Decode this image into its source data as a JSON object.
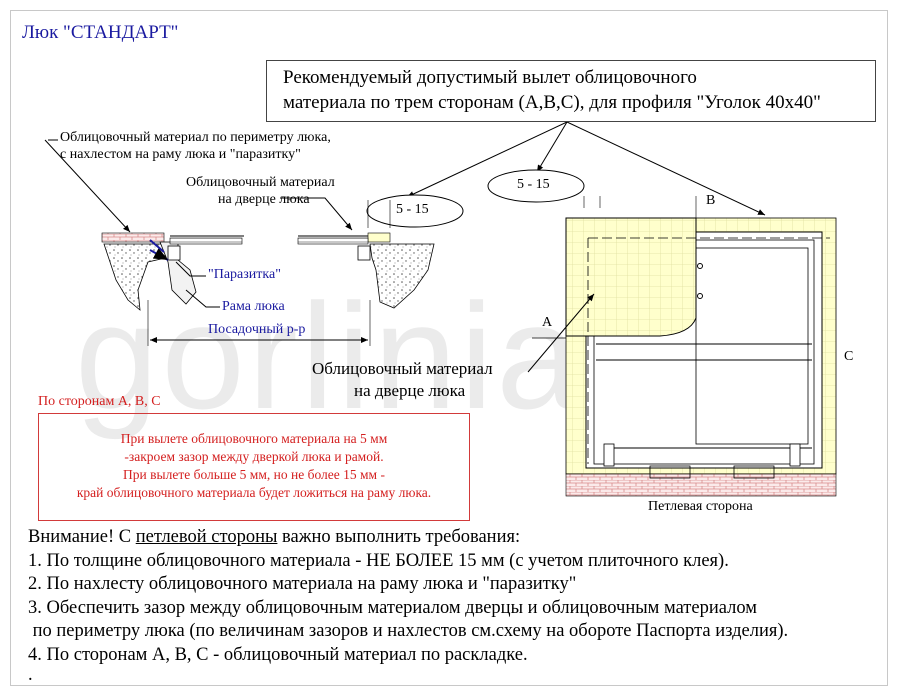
{
  "title": "Люк \"СТАНДАРТ\"",
  "callout": {
    "line1": "Рекомендуемый допустимый вылет облицовочного",
    "line2": "материала по трем сторонам (A,B,C), для профиля \"Уголок 40х40\""
  },
  "watermark": "gorlinia.ru",
  "left_section": {
    "perimeter_label_1": "Облицовочный материал по периметру люка,",
    "perimeter_label_2": "с нахлестом на раму люка и \"паразитку\"",
    "door_label_1": "Облицовочный материал",
    "door_label_2": "на дверце люка",
    "dim_label": "5 - 15",
    "parasitka_label": "\"Паразитка\"",
    "frame_label": "Рама люка",
    "seat_label": "Посадочный р-р"
  },
  "right_section": {
    "dim_label": "5 - 15",
    "side_a": "A",
    "side_b": "B",
    "side_c": "C",
    "door_material_1": "Облицовочный материал",
    "door_material_2": "на дверце люка",
    "hinge_side": "Петлевая сторона"
  },
  "sides_heading": "По сторонам A, B, C",
  "warning": {
    "line1": "При вылете облицовочного материала  на 5 мм",
    "line2": "-закроем зазор между дверкой люка и рамой.",
    "line3": "При вылете больше 5 мм, но не более 15 мм -",
    "line4": "край облицовочного материала будет ложиться на раму люка."
  },
  "notes": {
    "intro_prefix": "Внимание! С",
    "intro_underlined": "петлевой стороны",
    "intro_suffix": "важно выполнить требования:",
    "item1": "1. По толщине облицовочного материала - НЕ БОЛЕЕ 15 мм (с учетом плиточного клея).",
    "item2": "2. По нахлесту облицовочного материала на раму люка и \"паразитку\"",
    "item3a": "3. Обеспечить зазор между облицовочным материалом дверцы и облицовочным материалом",
    "item3b": " по периметру люка (по величинам зазоров и нахлестов см.схему на обороте Паспорта изделия).",
    "item4": "4. По сторонам A, B, C - облицовочный материал по раскладке.",
    "trailing": "."
  },
  "colors": {
    "title": "#1a1aa0",
    "warning": "#d42020",
    "tile_fill": "#ffffcc",
    "tile_grid": "#e0e0a0",
    "brick": "#d98a8a"
  }
}
